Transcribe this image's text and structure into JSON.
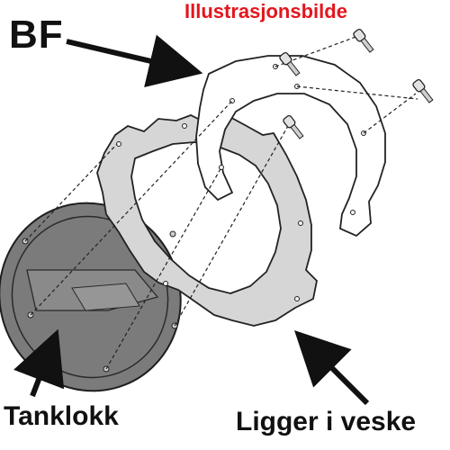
{
  "labels": {
    "title": "Illustrasjonsbilde",
    "bf": "BF",
    "tank": "Tanklokk",
    "bag": "Ligger i veske"
  },
  "colors": {
    "title": "#e3161d",
    "text": "#111111",
    "cap_fill": "#7b7b7b",
    "ring_fill": "#d6d6d6",
    "plate_fill": "#ffffff",
    "line": "#222222"
  }
}
